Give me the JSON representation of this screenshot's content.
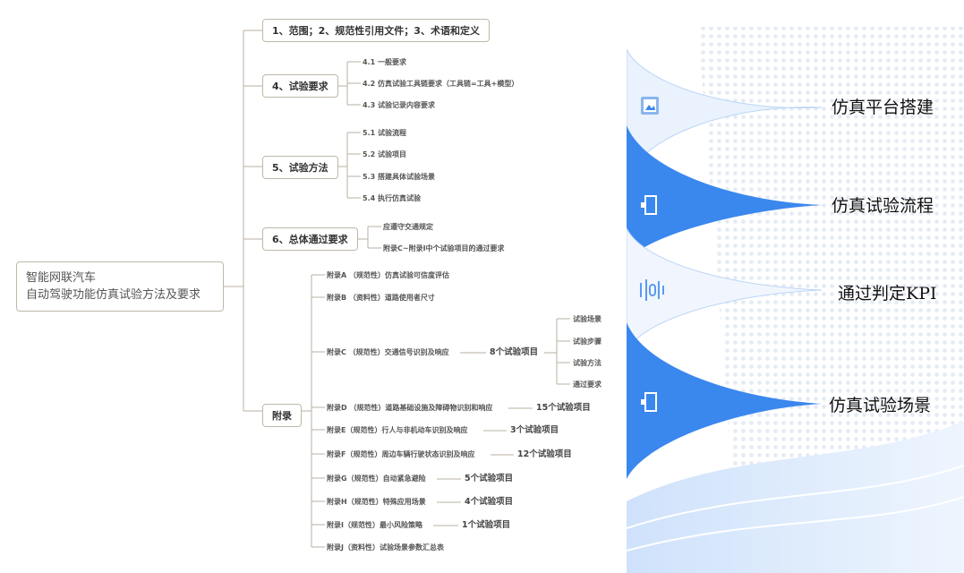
{
  "mindmap": {
    "root": {
      "line1": "智能网联汽车",
      "line2": "自动驾驶功能仿真试验方法及要求"
    },
    "branches": [
      {
        "label": "1、范围；2、规范性引用文件；3、术语和定义",
        "children": []
      },
      {
        "label": "4、试验要求",
        "children": [
          "4.1 一般要求",
          "4.2 仿真试验工具链要求（工具链=工具+模型）",
          "4.3 试验记录内容要求"
        ]
      },
      {
        "label": "5、试验方法",
        "children": [
          "5.1 试验流程",
          "5.2 试验项目",
          "5.3 搭建具体试验场景",
          "5.4 执行仿真试验"
        ]
      },
      {
        "label": "6、总体通过要求",
        "children": [
          "应遵守交通规定",
          "附录C~附录I中个试验项目的通过要求"
        ]
      },
      {
        "label": "附录",
        "children": [
          {
            "label": "附录A （规范性）仿真试验可信度评估",
            "count": ""
          },
          {
            "label": "附录B （资料性）道路使用者尺寸",
            "count": ""
          },
          {
            "label": "附录C （规范性）交通信号识别及响应",
            "count": "8个试验项目",
            "sub": [
              "试验场景",
              "试验步骤",
              "试验方法",
              "通过要求"
            ]
          },
          {
            "label": "附录D （规范性）道路基础设施及障碍物识别和响应",
            "count": "15个试验项目"
          },
          {
            "label": "附录E（规范性）行人与非机动车识别及响应",
            "count": "3个试验项目"
          },
          {
            "label": "附录F（规范性）周边车辆行驶状态识别及响应",
            "count": "12个试验项目"
          },
          {
            "label": "附录G（规范性）自动紧急避险",
            "count": "5个试验项目"
          },
          {
            "label": "附录H（规范性）特殊应用场景",
            "count": "4个试验项目"
          },
          {
            "label": "附录I（规范性）最小风险策略",
            "count": "1个试验项目"
          },
          {
            "label": "附录J（资料性）试验场景参数汇总表",
            "count": ""
          }
        ]
      }
    ]
  },
  "panel": {
    "items": [
      {
        "label": "仿真平台搭建",
        "icon": "image-icon"
      },
      {
        "label": "仿真试验流程",
        "icon": "door-icon"
      },
      {
        "label": "通过判定KPI",
        "icon": "waveform-icon"
      },
      {
        "label": "仿真试验场景",
        "icon": "door-icon"
      }
    ],
    "colors": {
      "accent": "#3a87ee",
      "light": "#bcd6f7",
      "dots": "#e4eaf3"
    }
  }
}
